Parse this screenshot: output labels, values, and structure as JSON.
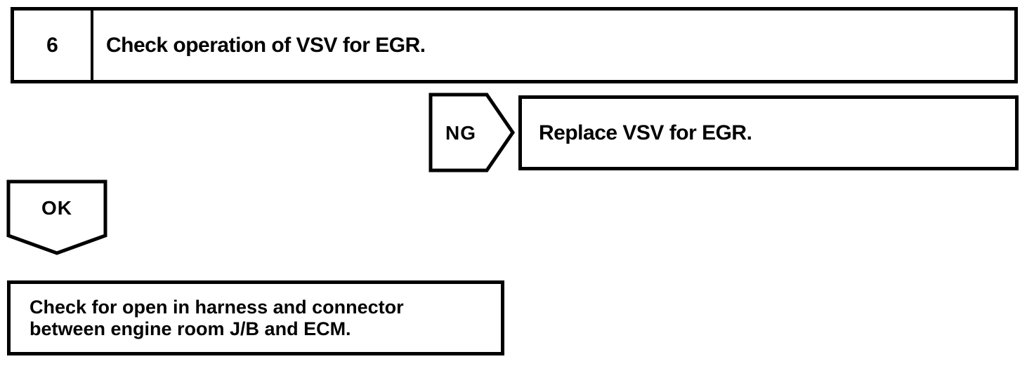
{
  "flowchart": {
    "step": {
      "number": "6",
      "title": "Check operation of VSV for EGR."
    },
    "ng_branch": {
      "label": "NG",
      "action": "Replace VSV for EGR."
    },
    "ok_branch": {
      "label": "OK",
      "action_line1": "Check for open in harness and connector",
      "action_line2": "between engine room J/B and ECM."
    },
    "colors": {
      "ink": "#000000",
      "paper": "#ffffff"
    }
  }
}
